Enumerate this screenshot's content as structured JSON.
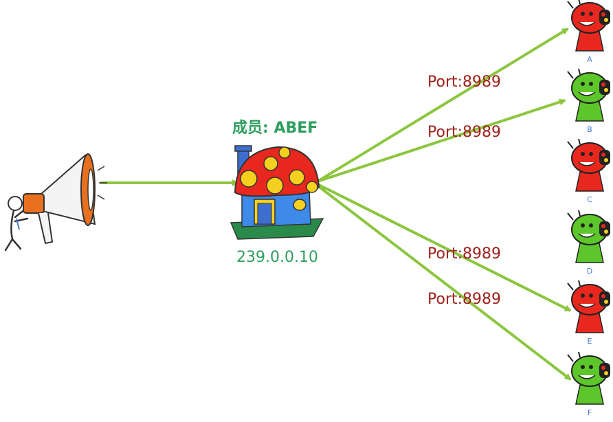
{
  "group": {
    "name": "成员: ABEF",
    "address": "239.0.0.10"
  },
  "ports": [
    "Port:8989",
    "Port:8989",
    "Port:8989",
    "Port:8989"
  ],
  "members": [
    {
      "letter": "A",
      "color": "red"
    },
    {
      "letter": "B",
      "color": "green"
    },
    {
      "letter": "C",
      "color": "red"
    },
    {
      "letter": "D",
      "color": "green"
    },
    {
      "letter": "E",
      "color": "red"
    },
    {
      "letter": "F",
      "color": "green"
    }
  ],
  "colors": {
    "arrow": "#8cc63f",
    "label_green": "#2e9e5e",
    "port_red": "#a0201a",
    "member_red": "#e8281e",
    "member_green": "#5cc62a",
    "letter_blue": "#4a7cc4"
  }
}
